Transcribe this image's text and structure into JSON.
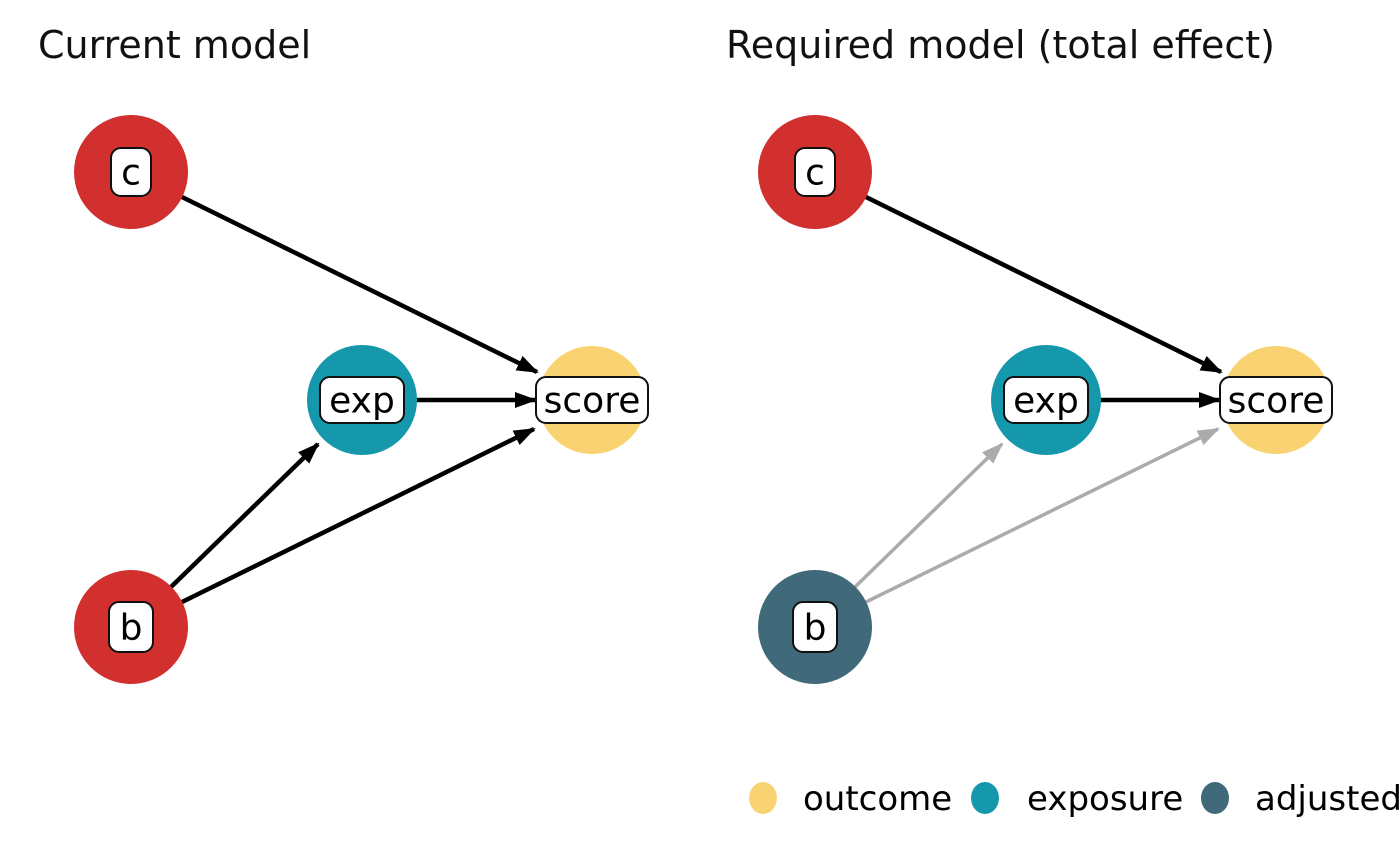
{
  "figure": {
    "background": "#ffffff"
  },
  "left_panel": {
    "title": "Current model",
    "nodes": {
      "c": {
        "label": "c",
        "color": "#d22f2f",
        "role": "other"
      },
      "exp": {
        "label": "exp",
        "color": "#1598ab",
        "role": "exposure"
      },
      "b": {
        "label": "b",
        "color": "#d22f2f",
        "role": "other"
      },
      "score": {
        "label": "score",
        "color": "#f9d372",
        "role": "outcome"
      }
    },
    "edges": [
      {
        "from": "c",
        "to": "score",
        "style": "black"
      },
      {
        "from": "exp",
        "to": "score",
        "style": "black"
      },
      {
        "from": "b",
        "to": "exp",
        "style": "black"
      },
      {
        "from": "b",
        "to": "score",
        "style": "black"
      }
    ]
  },
  "right_panel": {
    "title": "Required model (total effect)",
    "nodes": {
      "c": {
        "label": "c",
        "color": "#d22f2f",
        "role": "other"
      },
      "exp": {
        "label": "exp",
        "color": "#1598ab",
        "role": "exposure"
      },
      "b": {
        "label": "b",
        "color": "#40697a",
        "role": "adjusted"
      },
      "score": {
        "label": "score",
        "color": "#f9d372",
        "role": "outcome"
      }
    },
    "edges": [
      {
        "from": "c",
        "to": "score",
        "style": "black"
      },
      {
        "from": "exp",
        "to": "score",
        "style": "black"
      },
      {
        "from": "b",
        "to": "exp",
        "style": "gray"
      },
      {
        "from": "b",
        "to": "score",
        "style": "gray"
      }
    ]
  },
  "legend": {
    "items": [
      {
        "label": "outcome",
        "color": "#f9d372"
      },
      {
        "label": "exposure",
        "color": "#1598ab"
      },
      {
        "label": "adjusted",
        "color": "#40697a"
      }
    ]
  },
  "edge_colors": {
    "black": "#000000",
    "gray": "#ababab"
  }
}
